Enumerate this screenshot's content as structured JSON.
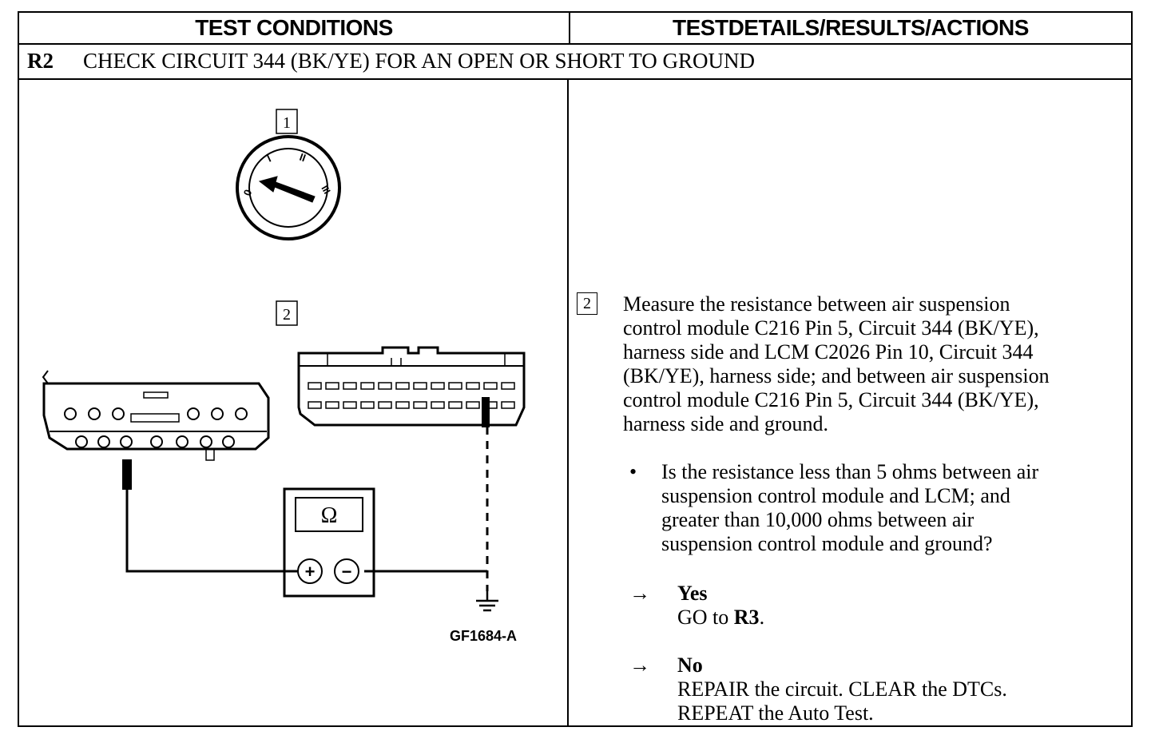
{
  "header": {
    "left": "TEST CONDITIONS",
    "right": "TESTDETAILS/RESULTS/ACTIONS"
  },
  "step": {
    "id": "R2",
    "title": "CHECK CIRCUIT 344 (BK/YE) FOR AN OPEN OR SHORT TO GROUND"
  },
  "diagram": {
    "step_markers": [
      "1",
      "2"
    ],
    "switch_positions": [
      "0",
      "I",
      "II",
      "III"
    ],
    "meter_symbol": "Ω",
    "meter_plus": "+",
    "meter_minus": "−",
    "figure_code": "GF1684-A"
  },
  "details": {
    "marker": "2",
    "instruction_lines": [
      "Measure the resistance between air suspension",
      "control module C216 Pin 5, Circuit 344 (BK/YE),",
      "harness side and LCM C2026 Pin 10, Circuit 344",
      "(BK/YE), harness side; and between air suspension",
      "control module C216 Pin 5, Circuit 344 (BK/YE),",
      "harness side and ground."
    ],
    "bullet": "•",
    "question_lines": [
      "Is the resistance less than 5 ohms between air",
      "suspension control module and LCM; and",
      "greater than 10,000 ohms between air",
      "suspension control module and ground?"
    ],
    "arrow": "→",
    "yes_label": "Yes",
    "yes_action_prefix": "GO to ",
    "yes_action_target": "R3",
    "yes_action_suffix": ".",
    "no_label": "No",
    "no_action_lines": [
      "REPAIR the circuit. CLEAR the DTCs.",
      "REPEAT the Auto Test."
    ]
  }
}
